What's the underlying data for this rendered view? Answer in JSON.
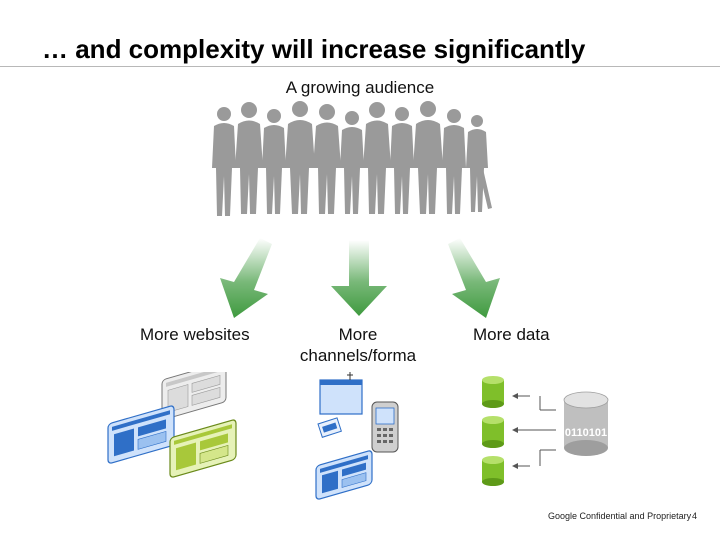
{
  "slide": {
    "title": "… and complexity will increase significantly",
    "subtitle": "A growing audience",
    "labels": {
      "websites": "More websites",
      "channels_line1": "More",
      "channels_line2": "channels/forma",
      "data": "More data"
    },
    "binary_text": "0110101",
    "footer": {
      "confidential": "Google Confidential and Proprietary",
      "page_number": "4"
    }
  },
  "colors": {
    "crowd": "#9a9a9a",
    "arrow": "#3f9a3f",
    "website_blue": "#2f6fc7",
    "website_green": "#a8c83a",
    "database_green": "#7fbf2a",
    "database_grey": "#bfbfbf"
  },
  "icons": [
    "crowd-silhouette",
    "down-arrow",
    "website-window",
    "browser-window",
    "mobile-phone",
    "database-cylinder",
    "connector-arrows"
  ]
}
